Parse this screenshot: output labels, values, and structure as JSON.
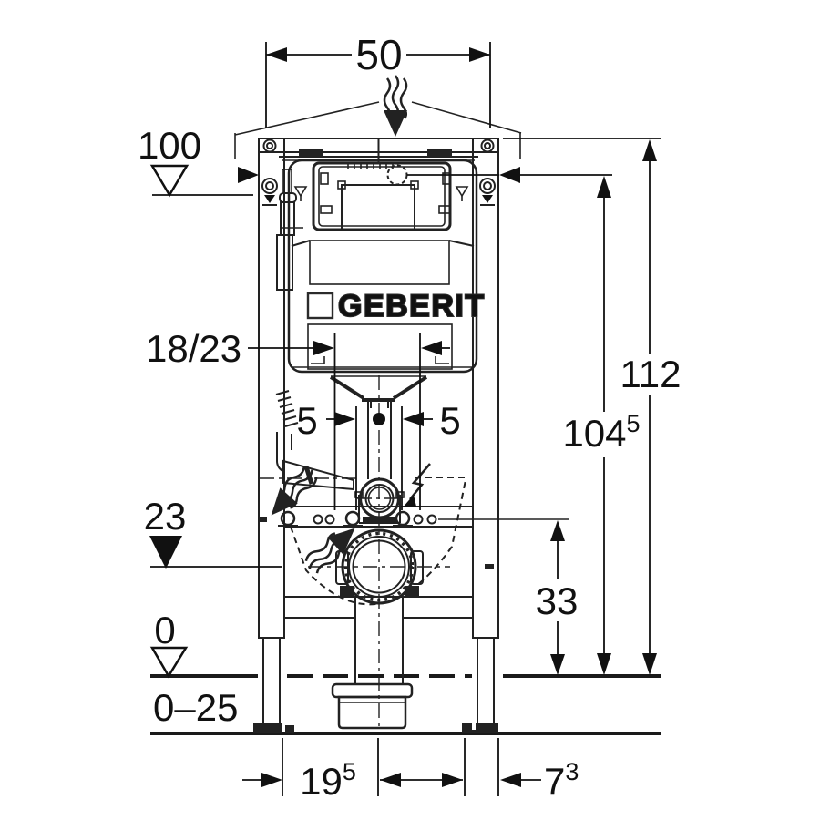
{
  "diagram": {
    "brand": "GEBERIT",
    "colors": {
      "line": "#222222",
      "text": "#111111",
      "background": "#ffffff"
    },
    "dimensions": {
      "top_width": "50",
      "level_top": "100",
      "depth_options": "18/23",
      "offset_left": "5",
      "offset_right": "5",
      "level_outlet": "23",
      "level_floor": "0",
      "floor_range": "0–25",
      "height_total": "112",
      "height_actuation": {
        "base": "104",
        "sup": "5"
      },
      "outlet_height": "33",
      "bottom_left": {
        "base": "19",
        "sup": "5"
      },
      "bottom_right": {
        "base": "7",
        "sup": "3"
      }
    }
  }
}
